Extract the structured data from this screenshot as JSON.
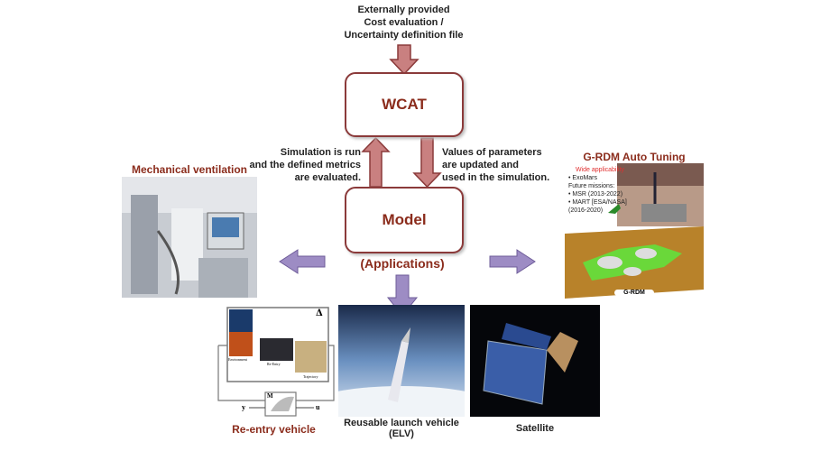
{
  "header": {
    "lines": [
      "Externally provided",
      "Cost evaluation /",
      "Uncertainty definition file"
    ]
  },
  "wcat": {
    "label": "WCAT"
  },
  "model": {
    "label": "Model"
  },
  "applications_label": "(Applications)",
  "left_note": {
    "lines": [
      "Simulation is run",
      "and the defined metrics",
      "are evaluated."
    ]
  },
  "right_note": {
    "lines": [
      "Values of parameters",
      "are  updated and",
      "used in the simulation."
    ]
  },
  "apps": {
    "ventilation": {
      "label": "Mechanical  ventilation"
    },
    "grdm": {
      "title": "G-RDM Auto  Tuning",
      "applicability_title": "Wide applicability",
      "items": [
        "• ExoMars",
        "Future missions:",
        "• MSR (2013-2022)",
        "• MART [ESA/NASA]",
        "(2016-2020)"
      ],
      "footer": "G-RDM"
    },
    "reentry": {
      "label": "Re-entry  vehicle",
      "delta": "Δ",
      "panels": [
        "Environment",
        "Re-Entry",
        "Trajectory"
      ],
      "block": "M",
      "output": "y",
      "input": "u"
    },
    "rlv": {
      "label_line1": "Reusable launch vehicle",
      "label_line2": "(ELV)"
    },
    "satellite": {
      "label": "Satellite"
    }
  },
  "colors": {
    "box_border": "#8b3a3a",
    "red_arrow": "#c98080",
    "purple_arrow": "#9d8cc4",
    "caption": "#8b2c1c"
  }
}
